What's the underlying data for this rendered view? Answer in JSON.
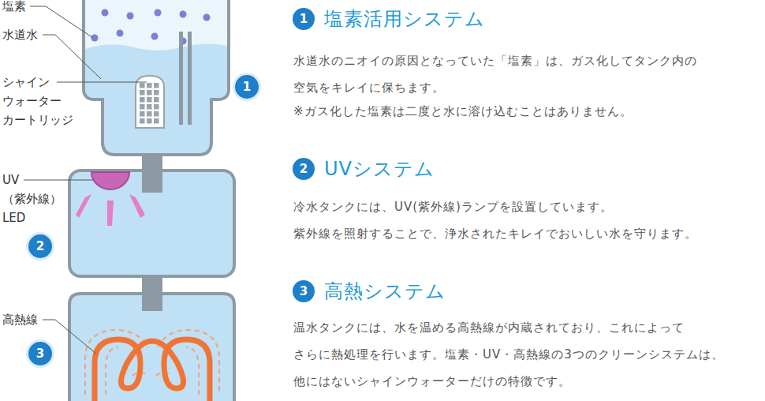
{
  "diagram": {
    "nodes": [
      {
        "text": [
          "1"
        ]
      },
      {
        "text": [
          "2"
        ]
      },
      {
        "text": [
          "3"
        ]
      },
      {
        "text": [
          "1",
          "塩素活用システム"
        ]
      },
      {
        "text": [
          "2",
          "UVシステム"
        ]
      },
      {
        "text": [
          "3",
          "高熱システム"
        ]
      }
    ],
    "labels": [
      "塩素",
      "水道水",
      "シャイン ウォーター カートリッジ",
      "UV （紫外線） LED",
      "高熱線",
      "水道水のニオイの原因となっていた「塩素」は、ガス化してタンク内の 空気をキレイに保ちます。",
      "※ガス化した塩素は二度と水に溶け込むことはありません。",
      "冷水タンクには、UV(紫外線)ランプを設置しています。 紫外線を照射することで、浄水されたキレイでおいしい水を守ります。",
      "温水タンクには、水を温める高熱線が内蔵されており、これによって さらに熱処理を行います。塩素・UV・高熱線の3つのクリーンシステムは、 他にはないシャインウォーターだけの特徴です。"
    ]
  }
}
